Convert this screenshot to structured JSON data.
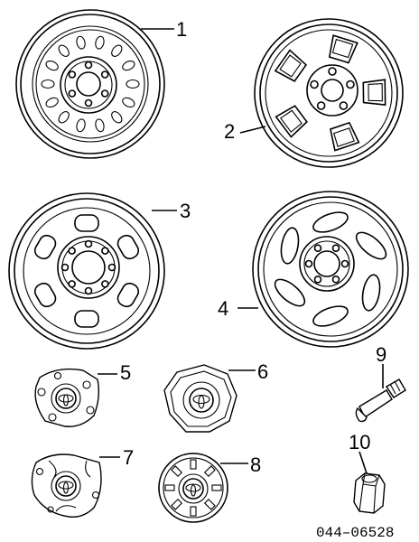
{
  "diagram": {
    "parts": [
      {
        "callout": "1",
        "icon": "steel-wheel-icon"
      },
      {
        "callout": "2",
        "icon": "alloy-wheel-icon"
      },
      {
        "callout": "3",
        "icon": "styled-steel-wheel-icon"
      },
      {
        "callout": "4",
        "icon": "spoke-alloy-wheel-icon"
      },
      {
        "callout": "5",
        "icon": "hub-cap-icon"
      },
      {
        "callout": "6",
        "icon": "center-cap-icon"
      },
      {
        "callout": "7",
        "icon": "hub-cap-icon"
      },
      {
        "callout": "8",
        "icon": "ornament-cap-icon"
      },
      {
        "callout": "9",
        "icon": "valve-stem-icon"
      },
      {
        "callout": "10",
        "icon": "lug-nut-icon"
      }
    ],
    "catalog_code": "044–06528"
  }
}
